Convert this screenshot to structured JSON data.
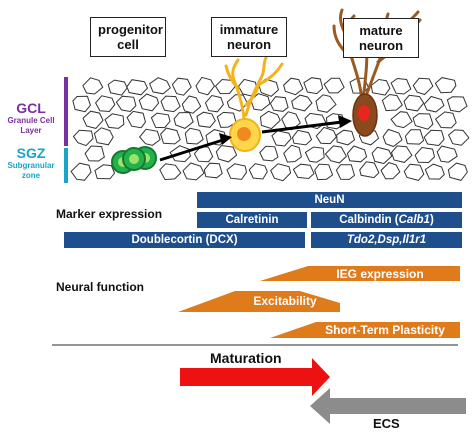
{
  "stages": {
    "progenitor": "progenitor cell",
    "immature": "immature neuron",
    "mature": "mature neuron"
  },
  "layers": {
    "gcl_abbr": "GCL",
    "gcl_full_1": "Granule Cell",
    "gcl_full_2": "Layer",
    "sgz_abbr": "SGZ",
    "sgz_full_1": "Subgranular",
    "sgz_full_2": "zone",
    "gcl_color": "#7b2fa0",
    "sgz_color": "#1aa4c8"
  },
  "markers": {
    "section_label": "Marker expression",
    "neun": "NeuN",
    "calretinin": "Calretinin",
    "calbindin_prefix": "Calbindin (",
    "calbindin_gene": "Calb1",
    "calbindin_suffix": ")",
    "genes": "Tdo2,Dsp,Il1r1",
    "doublecortin": "Doublecortin (DCX)",
    "bar_color": "#1f4e8c"
  },
  "function": {
    "section_label": "Neural function",
    "ieg": "IEG expression",
    "excitability": "Excitability",
    "stp": "Short-Term Plasticity",
    "color": "#e07b1c"
  },
  "arrows": {
    "maturation": "Maturation",
    "ecs": "ECS",
    "maturation_color": "#ee1111",
    "ecs_color": "#8c8c8c"
  }
}
